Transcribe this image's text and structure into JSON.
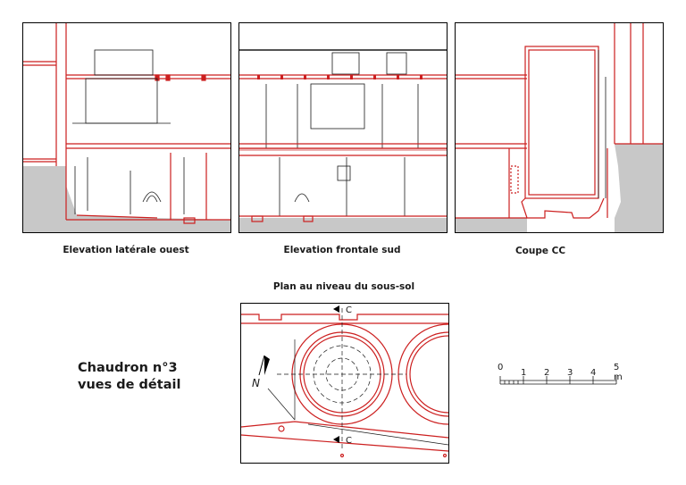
{
  "captions": {
    "west": "Elevation latérale ouest",
    "south": "Elevation frontale sud",
    "section": "Coupe CC",
    "plan": "Plan au niveau du sous-sol"
  },
  "title": {
    "line1": "Chaudron n°3",
    "line2": "vues de détail"
  },
  "plan_labels": {
    "section_mark_top": "C",
    "section_mark_bottom": "C",
    "north": "N"
  },
  "scale_bar": {
    "labels": [
      "0",
      "1",
      "2",
      "3",
      "4",
      "5 m"
    ]
  },
  "colors": {
    "red": "#cc1f1f",
    "ground": "#c8c8c8",
    "line": "#1a1a1a"
  }
}
